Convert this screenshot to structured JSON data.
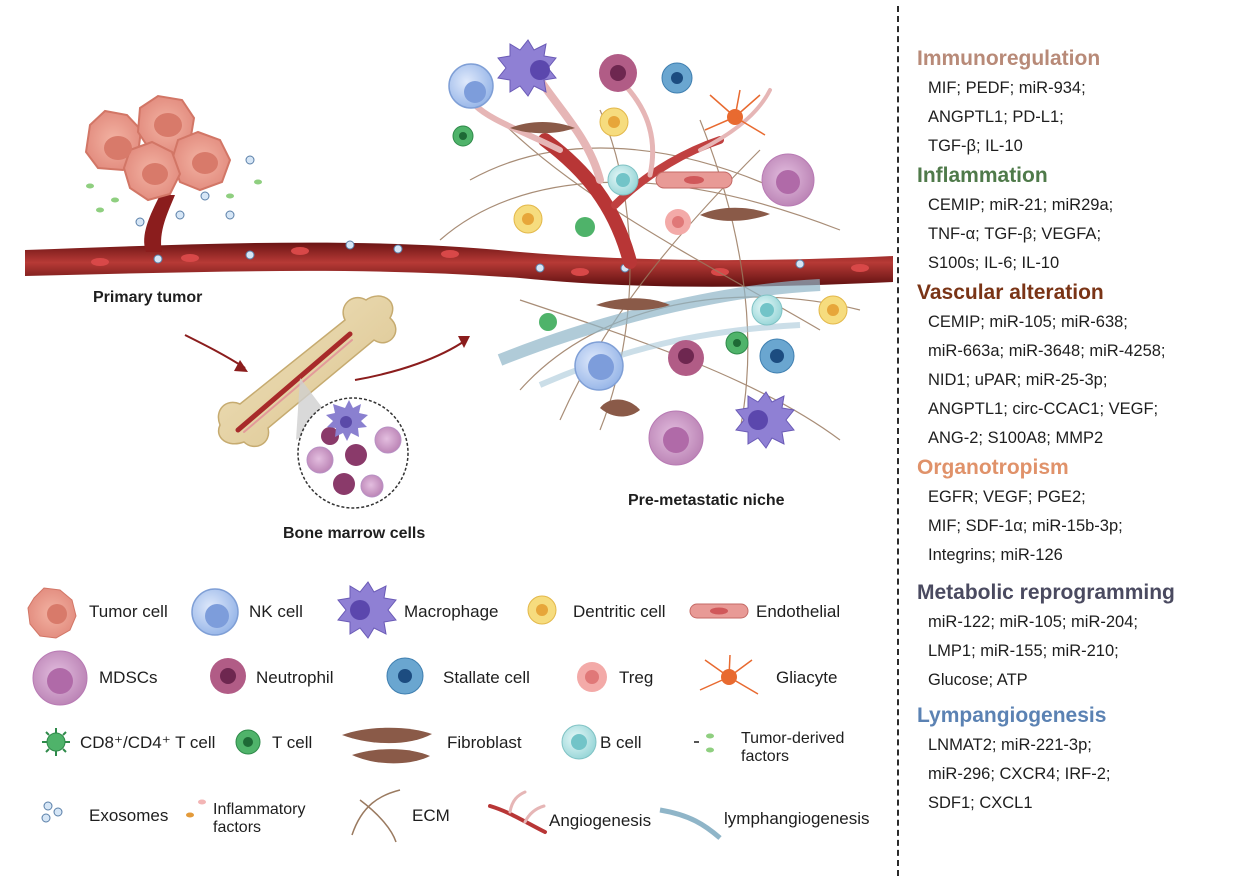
{
  "scene_labels": {
    "primary_tumor": "Primary tumor",
    "bone_marrow": "Bone marrow cells",
    "pre_metastatic_niche": "Pre-metastatic niche"
  },
  "legend": [
    {
      "icon": "tumor-cell-icon",
      "label": "Tumor cell"
    },
    {
      "icon": "nk-cell-icon",
      "label": "NK cell"
    },
    {
      "icon": "macrophage-icon",
      "label": "Macrophage"
    },
    {
      "icon": "dendritic-cell-icon",
      "label": "Dentritic cell"
    },
    {
      "icon": "endothelial-icon",
      "label": "Endothelial"
    },
    {
      "icon": "mdsc-icon",
      "label": "MDSCs"
    },
    {
      "icon": "neutrophil-icon",
      "label": "Neutrophil"
    },
    {
      "icon": "stellate-cell-icon",
      "label": "Stallate cell"
    },
    {
      "icon": "treg-icon",
      "label": "Treg"
    },
    {
      "icon": "gliacyte-icon",
      "label": "Gliacyte"
    },
    {
      "icon": "cd8-cd4-t-cell-icon",
      "label": "CD8⁺/CD4⁺ T cell"
    },
    {
      "icon": "t-cell-icon",
      "label": "T cell"
    },
    {
      "icon": "fibroblast-icon",
      "label": "Fibroblast"
    },
    {
      "icon": "b-cell-icon",
      "label": "B cell"
    },
    {
      "icon": "tumor-derived-factors-icon",
      "label": "Tumor-derived factors"
    },
    {
      "icon": "exosomes-icon",
      "label": "Exosomes"
    },
    {
      "icon": "inflammatory-factors-icon",
      "label": "Inflammatory factors"
    },
    {
      "icon": "ecm-icon",
      "label": "ECM"
    },
    {
      "icon": "angiogenesis-icon",
      "label": "Angiogenesis"
    },
    {
      "icon": "lymphangiogenesis-icon",
      "label": "lymphangiogenesis"
    }
  ],
  "colors": {
    "Immunoregulation": "#b88a78",
    "Inflammation": "#4f7a4a",
    "Vascular alteration": "#7a3416",
    "Organotropism": "#e0926a",
    "Metabolic reprogramming": "#4a4a60",
    "Lympangiogenesis": "#5b82b3",
    "vessel": "#8b1d1d",
    "tumor": "#e89a8a"
  },
  "sections": [
    {
      "title": "Immunoregulation",
      "lines": [
        "MIF; PEDF; miR-934;",
        "ANGPTL1; PD-L1;",
        "TGF-β; IL-10"
      ]
    },
    {
      "title": "Inflammation",
      "lines": [
        "CEMIP; miR-21; miR29a;",
        "TNF-α; TGF-β; VEGFA;",
        "S100s; IL-6; IL-10"
      ]
    },
    {
      "title": "Vascular alteration",
      "lines": [
        "CEMIP; miR-105; miR-638;",
        "miR-663a; miR-3648;  miR-4258;",
        "NID1; uPAR; miR-25-3p;",
        "ANGPTL1; circ-CCAC1; VEGF;",
        "ANG-2; S100A8; MMP2"
      ]
    },
    {
      "title": "Organotropism",
      "lines": [
        "EGFR; VEGF; PGE2;",
        "MIF; SDF-1α; miR-15b-3p;",
        "Integrins; miR-126"
      ]
    },
    {
      "title": "Metabolic reprogramming",
      "lines": [
        "miR-122; miR-105; miR-204;",
        "LMP1; miR-155; miR-210;",
        "Glucose; ATP"
      ]
    },
    {
      "title": "Lympangiogenesis",
      "lines": [
        "LNMAT2; miR-221-3p;",
        "miR-296; CXCR4; IRF-2;",
        "SDF1; CXCL1"
      ]
    }
  ]
}
